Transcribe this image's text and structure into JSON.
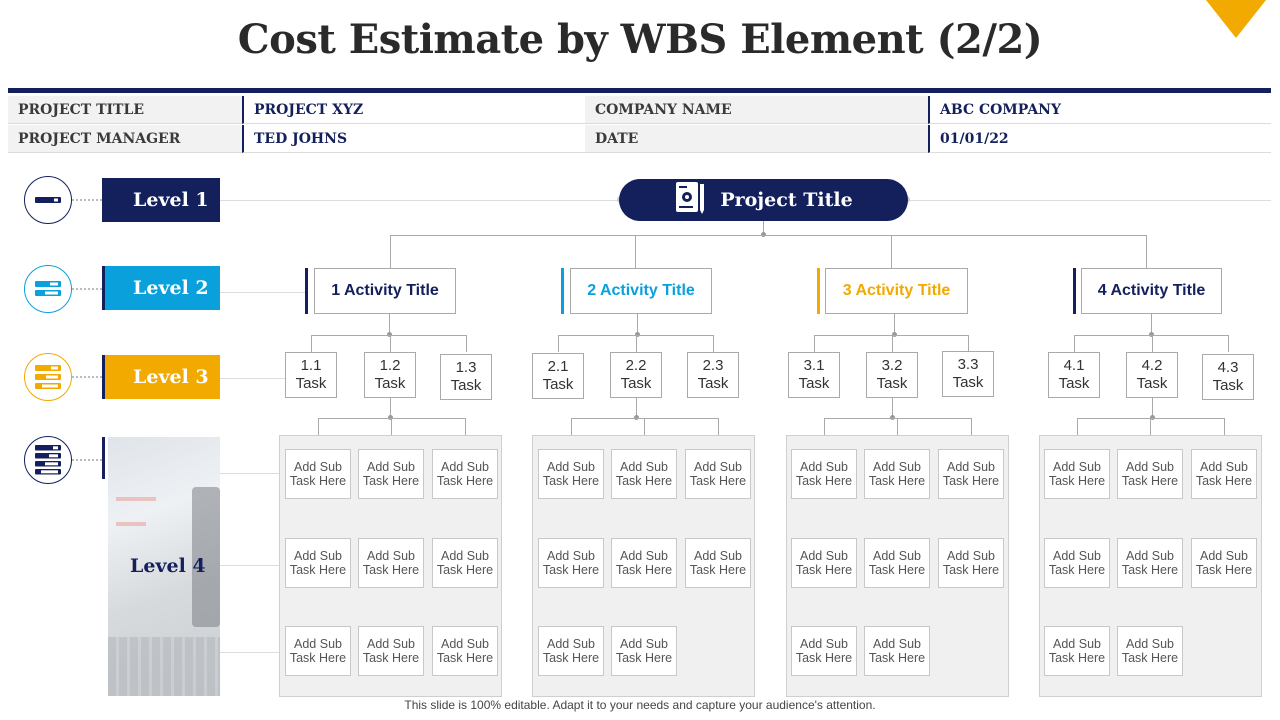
{
  "title": "Cost Estimate by WBS Element (2/2)",
  "info": {
    "project_title_label": "PROJECT TITLE",
    "project_title_value": "PROJECT XYZ",
    "company_label": "COMPANY NAME",
    "company_value": "ABC COMPANY",
    "manager_label": "PROJECT MANAGER",
    "manager_value": "TED JOHNS",
    "date_label": "DATE",
    "date_value": "01/01/22"
  },
  "levels": [
    "Level 1",
    "Level 2",
    "Level 3",
    "Level 4"
  ],
  "level_colors": [
    "#13205c",
    "#0aa0dc",
    "#f2a900",
    "#13205c"
  ],
  "root": {
    "label": "Project Title",
    "icon": "document-gear-icon"
  },
  "activities": [
    {
      "num": "1",
      "label": "1 Activity Title",
      "color": "#13205c",
      "tasks": [
        [
          "1.1",
          "Task"
        ],
        [
          "1.2",
          "Task"
        ],
        [
          "1.3",
          "Task"
        ]
      ],
      "subtasks": [
        "Add Sub Task Here",
        "Add Sub Task Here",
        "Add Sub Task Here",
        "Add Sub Task Here",
        "Add Sub Task Here",
        "Add Sub Task Here",
        "Add Sub Task Here",
        "Add Sub Task Here",
        "Add Sub Task Here"
      ]
    },
    {
      "num": "2",
      "label": "2 Activity Title",
      "color": "#0aa0dc",
      "tasks": [
        [
          "2.1",
          "Task"
        ],
        [
          "2.2",
          "Task"
        ],
        [
          "2.3",
          "Task"
        ]
      ],
      "subtasks": [
        "Add Sub Task Here",
        "Add Sub Task Here",
        "Add Sub Task Here",
        "Add Sub Task Here",
        "Add Sub Task Here",
        "Add Sub Task Here",
        "Add Sub Task Here",
        "Add Sub Task Here"
      ]
    },
    {
      "num": "3",
      "label": "3 Activity Title",
      "color": "#f2a900",
      "tasks": [
        [
          "3.1",
          "Task"
        ],
        [
          "3.2",
          "Task"
        ],
        [
          "3.3",
          "Task"
        ]
      ],
      "subtasks": [
        "Add Sub Task Here",
        "Add Sub Task Here",
        "Add Sub Task Here",
        "Add Sub Task Here",
        "Add Sub Task Here",
        "Add Sub Task Here",
        "Add Sub Task Here",
        "Add Sub Task Here"
      ]
    },
    {
      "num": "4",
      "label": "4 Activity Title",
      "color": "#13205c",
      "tasks": [
        [
          "4.1",
          "Task"
        ],
        [
          "4.2",
          "Task"
        ],
        [
          "4.3",
          "Task"
        ]
      ],
      "subtasks": [
        "Add Sub Task Here",
        "Add Sub Task Here",
        "Add Sub Task Here",
        "Add Sub Task Here",
        "Add Sub Task Here",
        "Add Sub Task Here",
        "Add Sub Task Here",
        "Add Sub Task Here"
      ]
    }
  ],
  "footer": "This slide is 100% editable. Adapt it to your needs and capture your audience's attention."
}
